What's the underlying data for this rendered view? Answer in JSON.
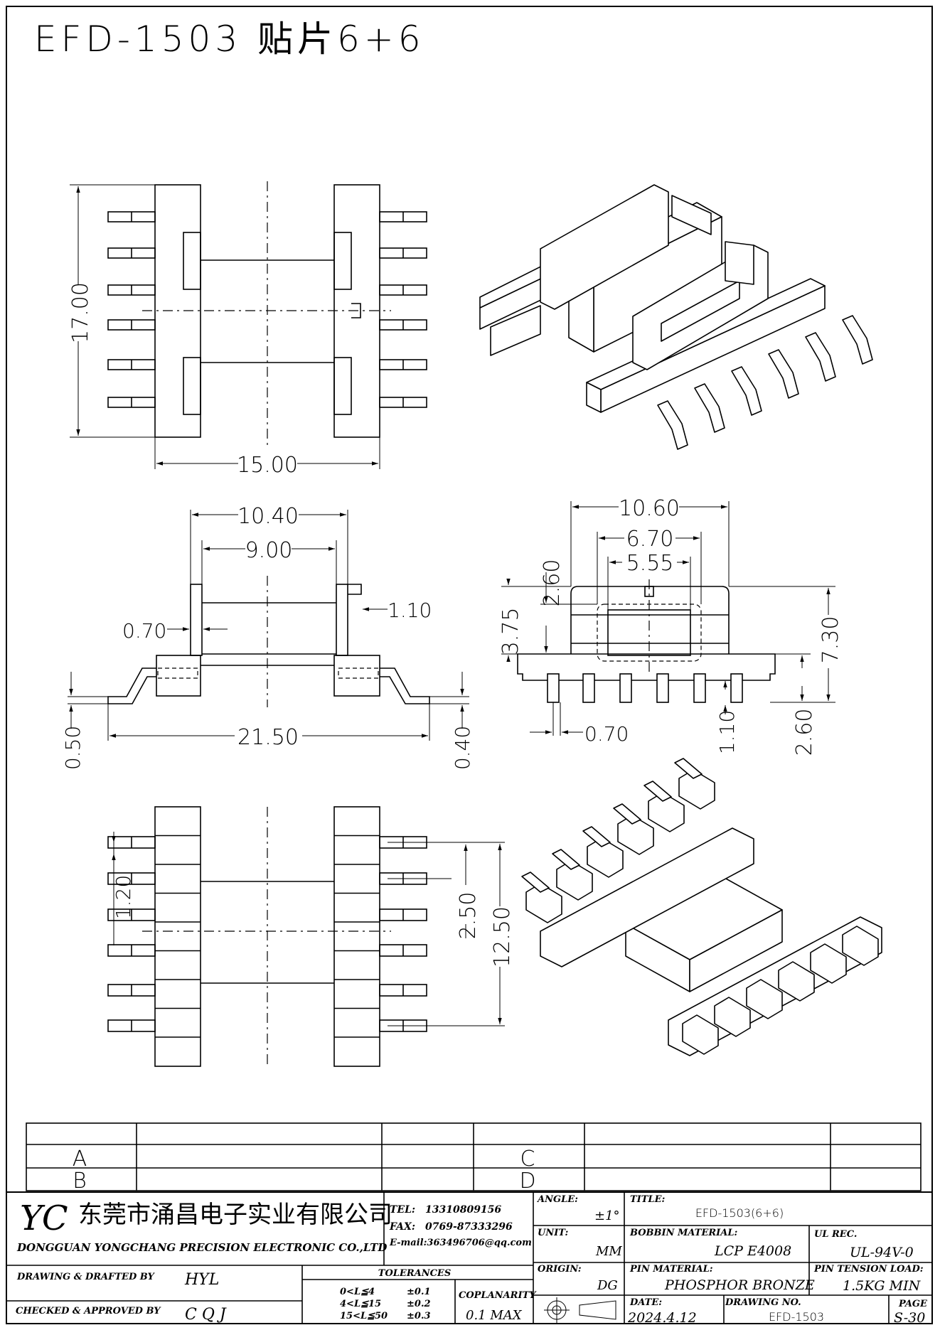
{
  "drawing_title": "EFD-1503  贴片6+6",
  "dimensions": {
    "top_height": "17.00",
    "top_width": "15.00",
    "front_outer": "10.40",
    "front_inner": "9.00",
    "front_flange": "0.70",
    "front_tab": "1.10",
    "front_span": "21.50",
    "front_left_offset": "0.50",
    "front_right_offset": "0.40",
    "side_width": "10.60",
    "side_core": "6.70",
    "side_window": "5.55",
    "side_upper": "2.60",
    "side_height_left": "3.75",
    "side_total": "7.30",
    "side_base": "2.60",
    "side_pin_w": "0.70",
    "side_pin_h": "1.10",
    "bottom_pitch": "1.20",
    "bottom_gap": "2.50",
    "bottom_span": "12.50"
  },
  "revision_rows": [
    "A",
    "B"
  ],
  "revision_rows_right": [
    "C",
    "D"
  ],
  "title_block": {
    "logo": "YC",
    "company_cn": "东莞市涌昌电子实业有限公司",
    "company_en": "DONGGUAN YONGCHANG PRECISION ELECTRONIC CO.,LTD",
    "tel_label": "TEL:",
    "tel": "13310809156",
    "fax_label": "FAX:",
    "fax": "0769-87333296",
    "email": "E-mail:363496706@qq.com",
    "angle_label": "ANGLE:",
    "angle": "±1°",
    "unit_label": "UNIT:",
    "unit": "MM",
    "origin_label": "ORIGIN:",
    "origin": "DG",
    "title_label": "TITLE:",
    "title": "EFD-1503(6+6)",
    "bobbin_label": "BOBBIN MATERIAL:",
    "bobbin": "LCP E4008",
    "ul_label": "UL REC.",
    "ul": "UL-94V-0",
    "pin_label": "PIN MATERIAL:",
    "pin": "PHOSPHOR BRONZE",
    "tension_label": "PIN TENSION LOAD:",
    "tension": "1.5KG MIN",
    "date_label": "DATE:",
    "date": "2024.4.12",
    "drawing_no_label": "DRAWING NO.",
    "drawing_no": "EFD-1503",
    "page_label": "PAGE",
    "page": "S-30",
    "drawn_label": "DRAWING & DRAFTED BY",
    "drawn": "HYL",
    "checked_label": "CHECKED & APPROVED BY",
    "checked": "C Q J",
    "tolerances_label": "TOLERANCES",
    "tol_ranges": [
      "0<L≦4",
      "4<L≦15",
      "15<L≦50"
    ],
    "tol_values": [
      "±0.1",
      "±0.2",
      "±0.3"
    ],
    "coplanarity_label": "COPLANARITY",
    "coplanarity": "0.1 MAX"
  }
}
